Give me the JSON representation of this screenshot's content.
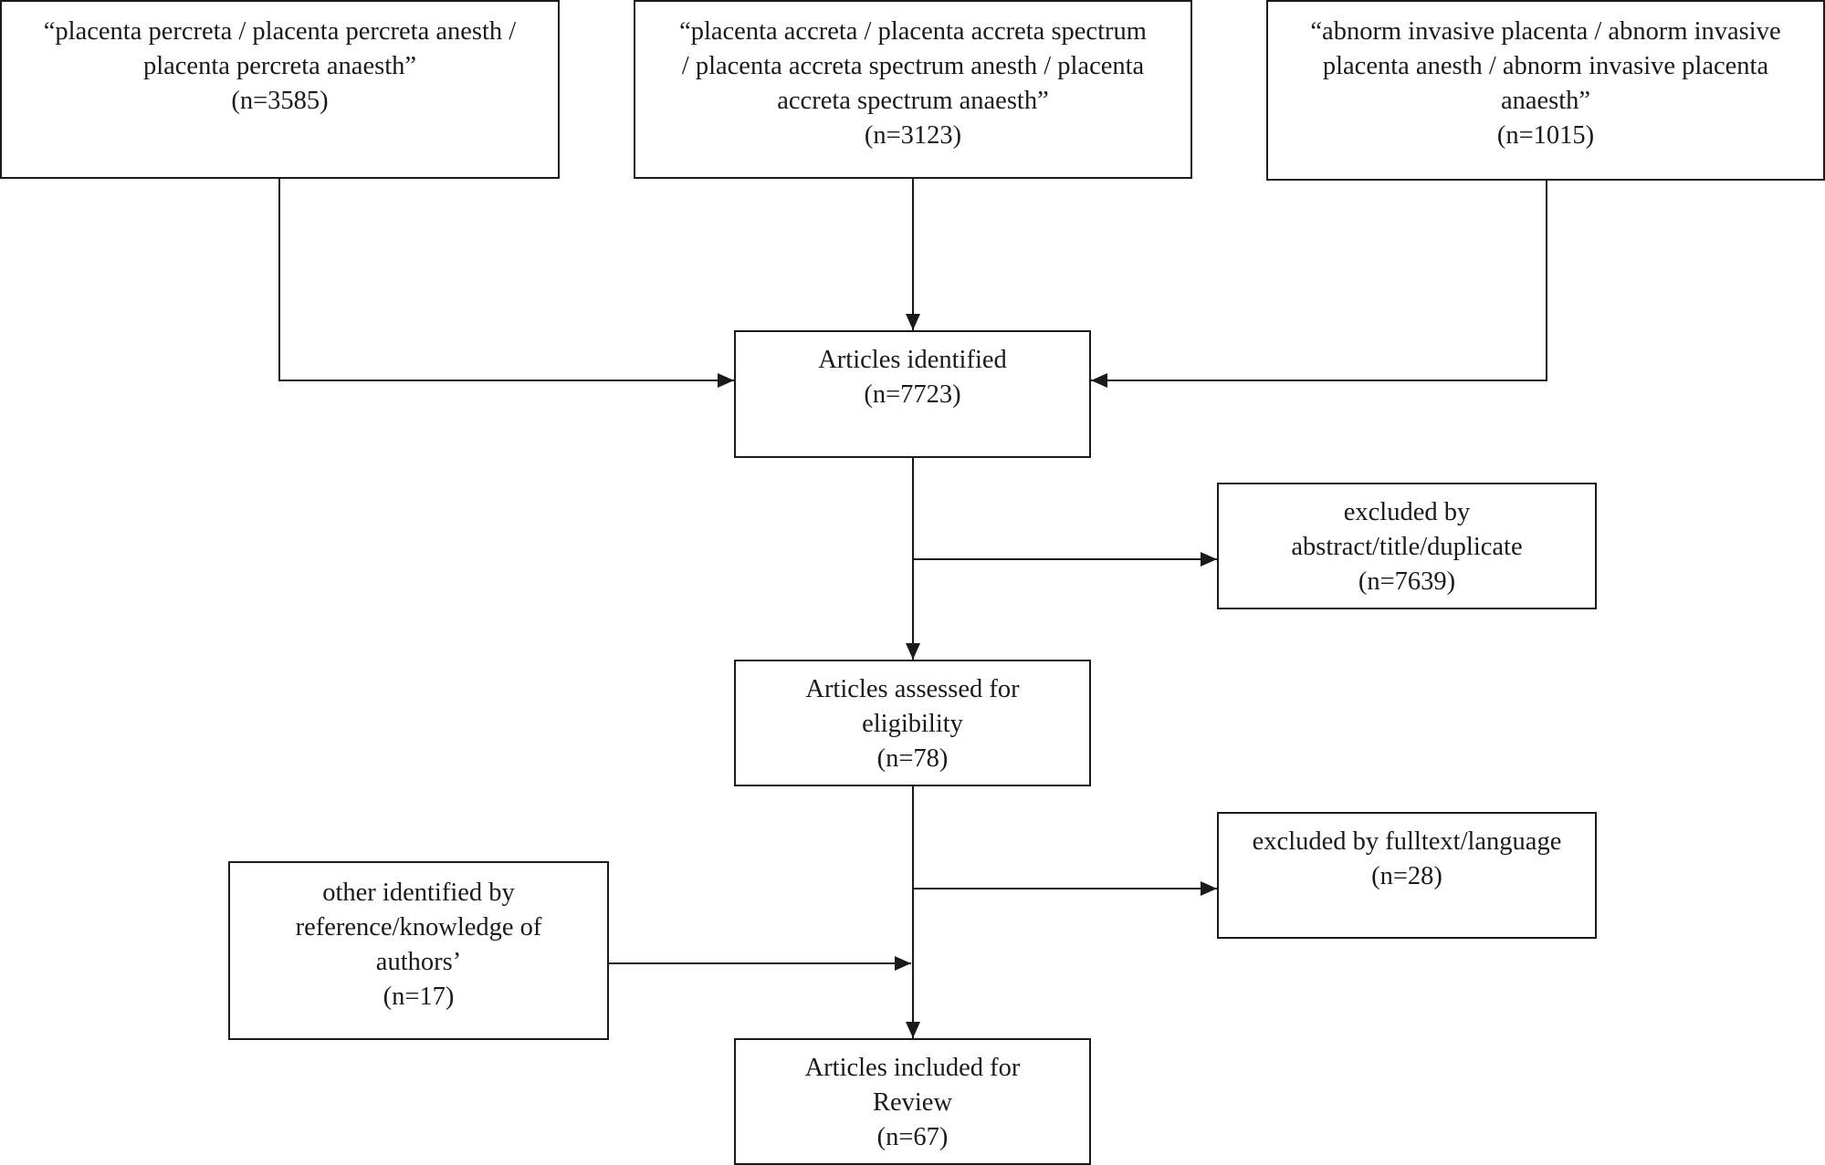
{
  "diagram": {
    "colors": {
      "stroke": "#1a1a1a",
      "background": "#ffffff",
      "text": "#1a1a1a"
    },
    "boxes": {
      "search_percreta": {
        "text": "“placenta percreta / placenta percreta anesth /\nplacenta percreta anaesth”",
        "count": "(n=3585)"
      },
      "search_accreta": {
        "text": "“placenta accreta / placenta accreta spectrum\n/ placenta accreta spectrum anesth / placenta\naccreta spectrum anaesth”",
        "count": "(n=3123)"
      },
      "search_invasive": {
        "text": "“abnorm invasive placenta / abnorm invasive\nplacenta anesth / abnorm invasive placenta\nanaesth”",
        "count": "(n=1015)"
      },
      "identified": {
        "text": "Articles identified",
        "count": "(n=7723)"
      },
      "excluded_abstract": {
        "text": "excluded by\nabstract/title/duplicate",
        "count": "(n=7639)"
      },
      "assessed": {
        "text": "Articles assessed for\neligibility",
        "count": "(n=78)"
      },
      "excluded_fulltext": {
        "text": "excluded by fulltext/language",
        "count": "(n=28)"
      },
      "other_identified": {
        "text": "other identified by\nreference/knowledge of\nauthors’",
        "count": "(n=17)"
      },
      "included": {
        "text": "Articles included for\nReview",
        "count": "(n=67)"
      }
    }
  }
}
